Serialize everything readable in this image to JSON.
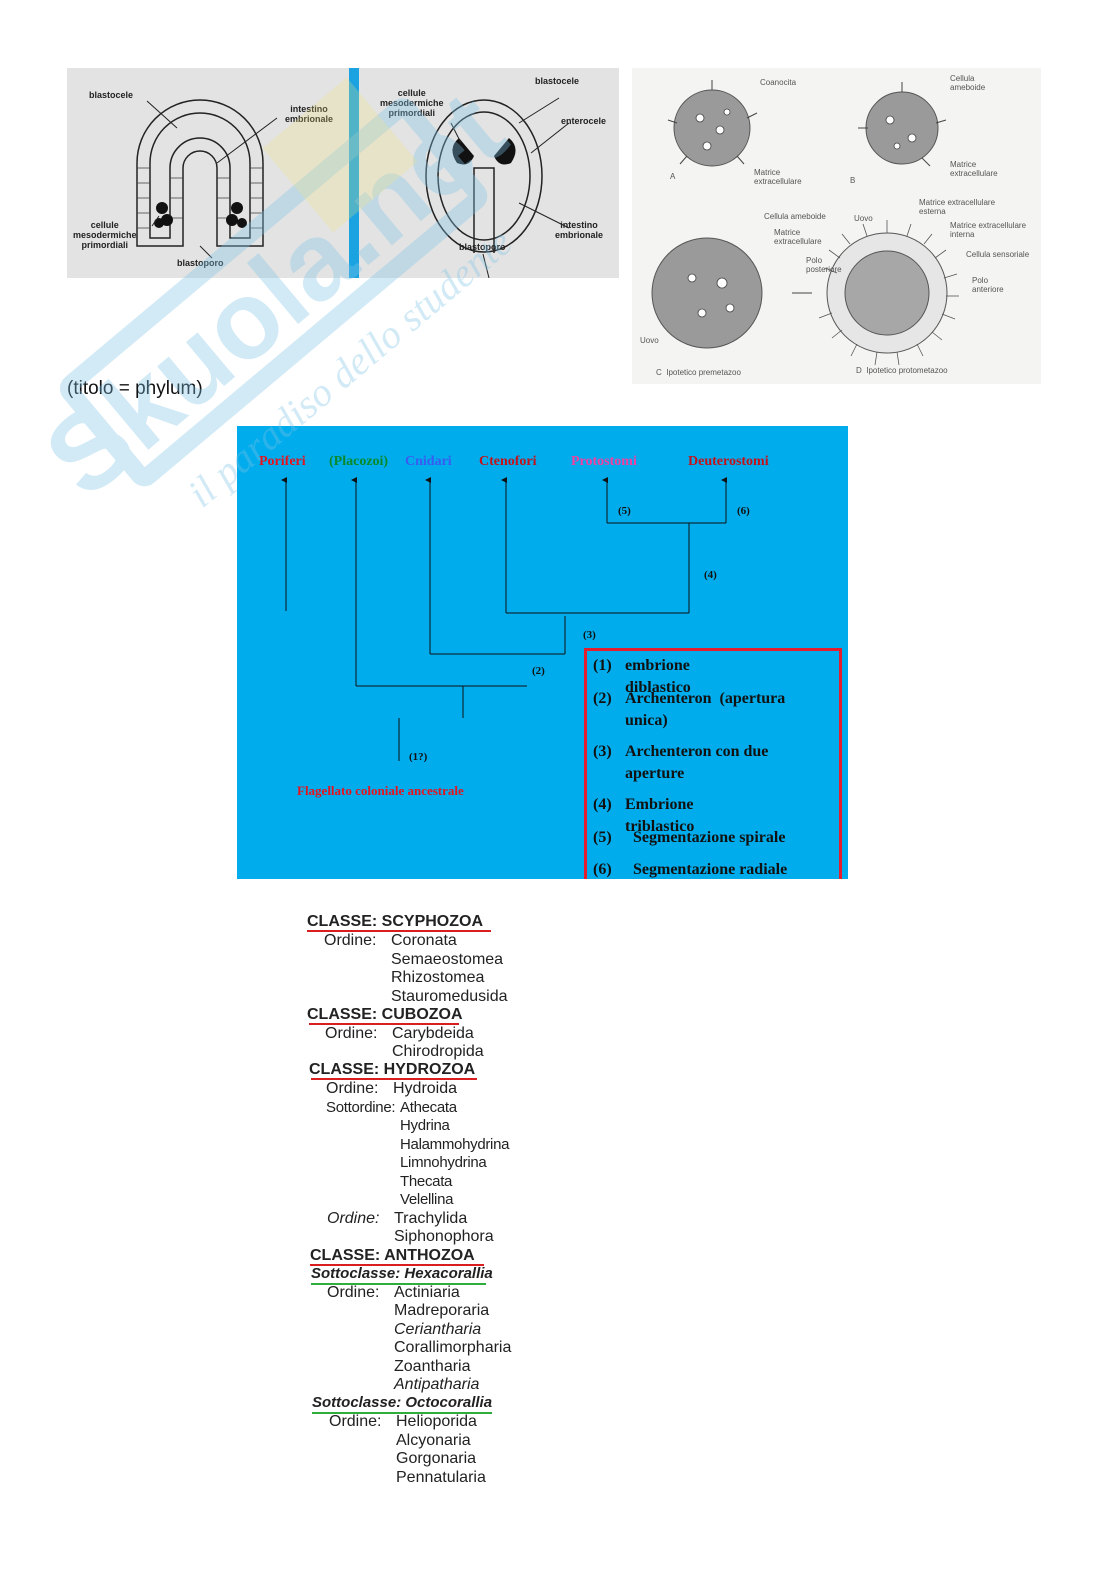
{
  "watermark": {
    "brand": "Skuola.net",
    "tagline": "il paradiso dello studente"
  },
  "figure_gastrula": {
    "left": {
      "blastocele": "blastocele",
      "intestino": "intestino\nembrionale",
      "cellule": "cellule\nmesodermiche\nprimordiali",
      "blastoporo": "blastoporo"
    },
    "right": {
      "blastocele": "blastocele",
      "cellule": "cellule\nmesodermiche\nprimordiali",
      "enterocele": "enterocele",
      "intestino": "intestino\nembrionale",
      "blastoporo": "blastoporo"
    }
  },
  "figure_sponge": {
    "a_coanocita": "Coanocita",
    "a_matrice": "Matrice\nextracellulare",
    "a_letter": "A",
    "b_cellula": "Cellula\nameboide",
    "b_matrice": "Matrice\nextracellulare",
    "b_letter": "B",
    "c_cellula": "Cellula ameboide",
    "c_matrice": "Matrice\nextracellulare",
    "c_uovo": "Uovo",
    "c_caption": "C  Ipotetico premetazoo",
    "d_uovo": "Uovo",
    "d_matrice_est": "Matrice extracellulare\nesterna",
    "d_matrice_int": "Matrice extracellulare\ninterna",
    "d_sensoriale": "Cellula sensoriale",
    "d_polo_post": "Polo\nposteriore",
    "d_polo_ant": "Polo\nanteriore",
    "d_caption": "D  Ipotetico protometazoo"
  },
  "caption": "(titolo = phylum)",
  "phylogeny": {
    "taxa": [
      {
        "name": "Poriferi",
        "color": "#e4141f"
      },
      {
        "name": "(Placozoi)",
        "color": "#0b8a2a"
      },
      {
        "name": "Cnidari",
        "color": "#3a5cf0"
      },
      {
        "name": "Ctenofori",
        "color": "#c4121a"
      },
      {
        "name": "Protostomi",
        "color": "#f040a0"
      },
      {
        "name": "Deuterostomi",
        "color": "#c4121a"
      }
    ],
    "nodes": [
      "(1?)",
      "(2)",
      "(3)",
      "(4)",
      "(5)",
      "(6)"
    ],
    "root_label": "Flagellato coloniale ancestrale",
    "legend": [
      {
        "num": "(1)",
        "text": "embrione diblastico"
      },
      {
        "num": "(2)",
        "text": "Archenteron  (apertura\nunica)"
      },
      {
        "num": "(3)",
        "text": "Archenteron con due\naperture"
      },
      {
        "num": "(4)",
        "text": "Embrione triblastico"
      },
      {
        "num": "(5)",
        "text": "  Segmentazione spirale"
      },
      {
        "num": "(6)",
        "text": "  Segmentazione radiale"
      }
    ]
  },
  "classification": {
    "scyphozoa": {
      "title": "CLASSE:  SCYPHOZOA",
      "ordine": "Ordine:",
      "orders": [
        "Coronata",
        "Semaeostomea",
        "Rhizostomea",
        "Stauromedusida"
      ]
    },
    "cubozoa": {
      "title": "CLASSE:  CUBOZOA",
      "ordine": "Ordine:",
      "orders": [
        "Carybdeida",
        "Chirodropida"
      ]
    },
    "hydrozoa": {
      "title": "CLASSE:  HYDROZOA",
      "ordine": "Ordine:",
      "order1": "Hydroida",
      "sottordine": "Sottordine:",
      "suborders": [
        "Athecata",
        "Hydrina",
        "Halammohydrina",
        "Limnohydrina",
        "Thecata",
        "Velellina"
      ],
      "ordine2": "Ordine:",
      "orders2": [
        "Trachylida",
        "Siphonophora"
      ]
    },
    "anthozoa": {
      "title": "CLASSE:  ANTHOZOA",
      "sub1": "Sottoclasse:  Hexacorallia",
      "ordine1": "Ordine:",
      "orders1": [
        "Actiniaria",
        "Madreporaria",
        "Ceriantharia",
        "Corallimorpharia",
        "Zoantharia",
        "Antipatharia"
      ],
      "sub2": "Sottoclasse:  Octocorallia",
      "ordine2": "Ordine:",
      "orders2": [
        "Helioporida",
        "Alcyonaria",
        "Gorgonaria",
        "Pennatularia"
      ]
    },
    "underline_red": "#d81e1e",
    "underline_green": "#2fae3c"
  }
}
